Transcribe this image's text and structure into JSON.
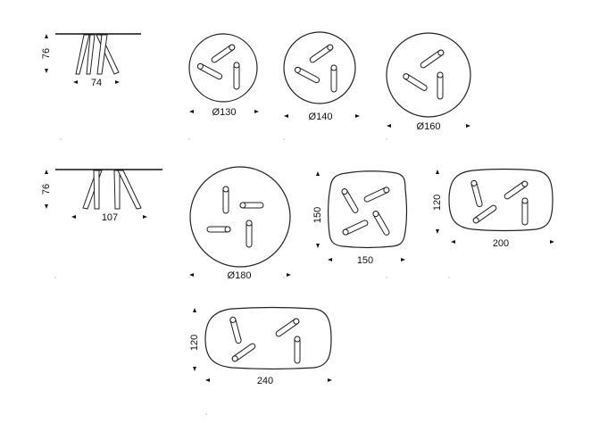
{
  "elevations": [
    {
      "height": "76",
      "length": "74"
    },
    {
      "height": "76",
      "length": "107"
    }
  ],
  "tops": [
    {
      "shape": "round",
      "label": "Ø130"
    },
    {
      "shape": "round",
      "label": "Ø140"
    },
    {
      "shape": "round",
      "label": "Ø160"
    },
    {
      "shape": "round",
      "label": "Ø180"
    },
    {
      "shape": "square",
      "width": "150",
      "depth": "150"
    },
    {
      "shape": "oval",
      "width": "200",
      "depth": "120"
    },
    {
      "shape": "oval",
      "width": "240",
      "depth": "120"
    }
  ]
}
